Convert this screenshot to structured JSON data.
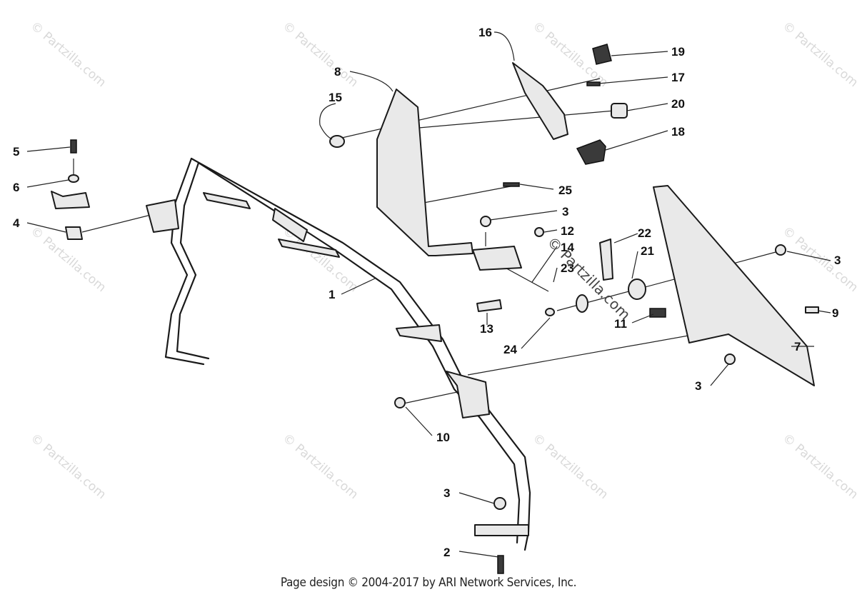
{
  "watermark": "© Partzilla.com",
  "callouts": {
    "c1": "1",
    "c2": "2",
    "c3a": "3",
    "c3b": "3",
    "c3c": "3",
    "c3d": "3",
    "c4": "4",
    "c5": "5",
    "c6": "6",
    "c7": "7",
    "c8": "8",
    "c9": "9",
    "c10": "10",
    "c11": "11",
    "c12": "12",
    "c13": "13",
    "c14": "14",
    "c15": "15",
    "c16": "16",
    "c17": "17",
    "c18": "18",
    "c19": "19",
    "c20": "20",
    "c21": "21",
    "c22": "22",
    "c23": "23",
    "c24": "24",
    "c25": "25"
  },
  "footer": "Page design © 2004-2017 by ARI Network Services, Inc."
}
